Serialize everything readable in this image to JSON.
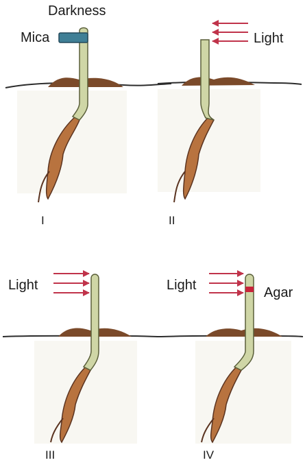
{
  "panels": [
    {
      "numeral": "I",
      "labels": {
        "top": "Darkness",
        "left": "Mica"
      }
    },
    {
      "numeral": "II",
      "labels": {
        "right": "Light"
      }
    },
    {
      "numeral": "III",
      "labels": {
        "left": "Light"
      }
    },
    {
      "numeral": "IV",
      "labels": {
        "left": "Light",
        "right": "Agar"
      }
    }
  ],
  "colors": {
    "soil": "#7b4a2a",
    "coleoptile": "#cfd6a6",
    "coleoptile_outline": "#5a5f3a",
    "root": "#b8733f",
    "arrow": "#c0334a",
    "mica": "#3f7f96",
    "agar": "#c8243a"
  }
}
